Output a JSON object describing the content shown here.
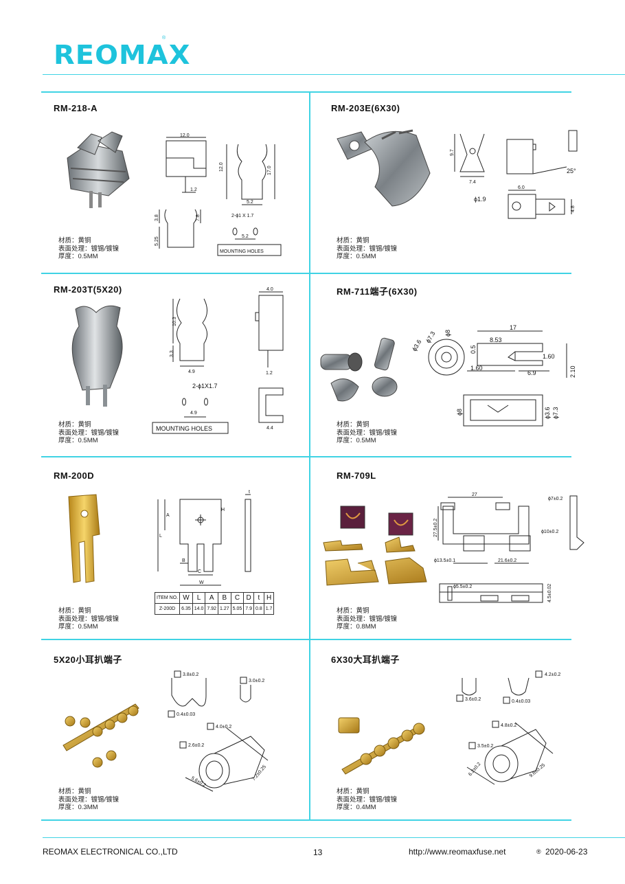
{
  "header": {
    "brand": "REOMAX",
    "reg_mark": "®"
  },
  "products": [
    {
      "name": "RM-218-A",
      "material": "材质：黄铜",
      "finish": "表面处理：镀锡/镀镍",
      "thickness": "厚度：0.5MM",
      "dims": [
        "12.0",
        "12.0",
        "17.0",
        "1.2",
        "5.2",
        "3.8",
        "7.8",
        "5.25",
        "2-ϕ1 X 1.7",
        "5.2"
      ],
      "mounting_label": "MOUNTING HOLES"
    },
    {
      "name": "RM-203E(6X30)",
      "material": "材质：黄铜",
      "finish": "表面处理：镀锡/镀镍",
      "thickness": "厚度：0.5MM",
      "dims": [
        "9.7",
        "7.4",
        "25°",
        "6.0",
        "ϕ1.9",
        "4.8"
      ]
    },
    {
      "name": "RM-203T(5X20)",
      "material": "材质：黄铜",
      "finish": "表面处理：镀锡/镀镍",
      "thickness": "厚度：0.5MM",
      "dims": [
        "10.3",
        "3.3",
        "4.9",
        "4.0",
        "1.2",
        "2-ϕ1X1.7",
        "4.9",
        "4.4"
      ],
      "mounting_label": "MOUNTING HOLES"
    },
    {
      "name": "RM-711端子(6X30)",
      "material": "材质：黄铜",
      "finish": "表面处理：镀锡/镀镍",
      "thickness": "厚度：0.5MM",
      "dims": [
        "ϕ7.3",
        "ϕ8",
        "ϕ3.6",
        "17",
        "8.53",
        "0.5",
        "1.60",
        "1.60",
        "6.9",
        "2.10",
        "ϕ8",
        "ϕ3.6",
        "ϕ7.3"
      ]
    },
    {
      "name": "RM-200D",
      "material": "材质：黄铜",
      "finish": "表面处理：镀锡/镀镍",
      "thickness": "厚度：0.5MM",
      "dims": [
        "A",
        "L",
        "H",
        "B",
        "C",
        "W",
        "t"
      ],
      "table": {
        "headers": [
          "ITEM NO.",
          "W",
          "L",
          "A",
          "B",
          "C",
          "D",
          "t",
          "H"
        ],
        "row": [
          "Z-200D",
          "6.35",
          "14.0",
          "7.92",
          "1.27",
          "5.05",
          "7.9",
          "0.8",
          "1.7"
        ]
      }
    },
    {
      "name": "RM-709L",
      "material": "材质：黄铜",
      "finish": "表面处理：镀锡/镀镍",
      "thickness": "厚度：0.8MM",
      "dims": [
        "27",
        "ϕ7±0.2",
        "27.5±0.2",
        "ϕ10±0.2",
        "ϕ13.5±0.1",
        "21.6±0.2",
        "ϕ5.5±0.2",
        "4.5±0.02"
      ]
    },
    {
      "name": "5X20小耳扒端子",
      "material": "材质：黄铜",
      "finish": "表面处理：镀锡/镀镍",
      "thickness": "厚度：0.3MM",
      "dims": [
        "3.8±0.2",
        "3.0±0.2",
        "0.4±0.03",
        "4.0±0.2",
        "2.6±0.2",
        "7.2±0.25",
        "5.6±0.2"
      ]
    },
    {
      "name": "6X30大耳扒端子",
      "material": "材质：黄铜",
      "finish": "表面处理：镀锡/镀镍",
      "thickness": "厚度：0.4MM",
      "dims": [
        "4.2±0.2",
        "3.6±0.2",
        "0.4±0.03",
        "4.8±0.2",
        "3.5±0.2",
        "9.8±0.25",
        "6.2±0.2"
      ]
    }
  ],
  "footer": {
    "company": "REOMAX  ELECTRONICAL CO.,LTD",
    "page": "13",
    "url": "http://www.reomaxfuse.net",
    "date_mark": "®",
    "date": "2020-06-23"
  },
  "colors": {
    "accent": "#3fd3e4",
    "brass": "#d9a934",
    "metal": "#9aa0a4"
  }
}
